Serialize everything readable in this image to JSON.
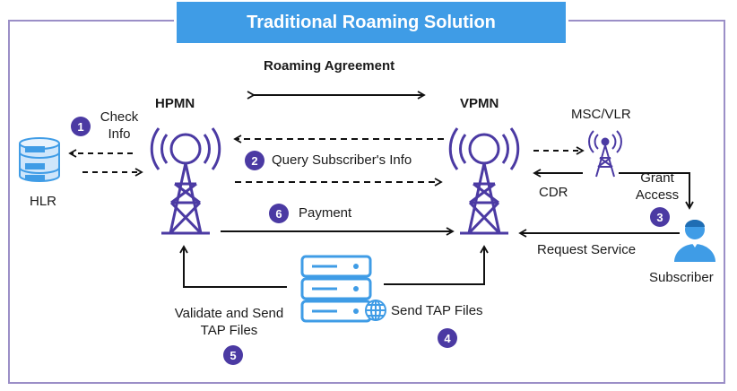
{
  "title": "Traditional Roaming Solution",
  "labels": {
    "roaming_agreement": "Roaming Agreement",
    "hpmn": "HPMN",
    "vpmn": "VPMN",
    "msc_vlr": "MSC/VLR",
    "hlr": "HLR",
    "check_info": "Check Info",
    "query_info": "Query Subscriber's Info",
    "grant_access": "Grant Access",
    "cdr": "CDR",
    "payment": "Payment",
    "request_service": "Request Service",
    "subscriber": "Subscriber",
    "validate_send": "Validate and Send TAP Files",
    "send_tap": "Send TAP Files"
  },
  "steps": [
    "1",
    "2",
    "3",
    "5",
    "4",
    "6"
  ],
  "colors": {
    "banner": "#3f9ce6",
    "badge": "#4b3aa3",
    "tower": "#4b3aa3",
    "icon_blue": "#3f9ce6",
    "frame": "#9b8fc7"
  },
  "icons": [
    "hlr-database-icon",
    "hpmn-tower-icon",
    "vpmn-tower-icon",
    "msc-antenna-icon",
    "subscriber-icon",
    "tap-server-icon",
    "globe-icon"
  ]
}
